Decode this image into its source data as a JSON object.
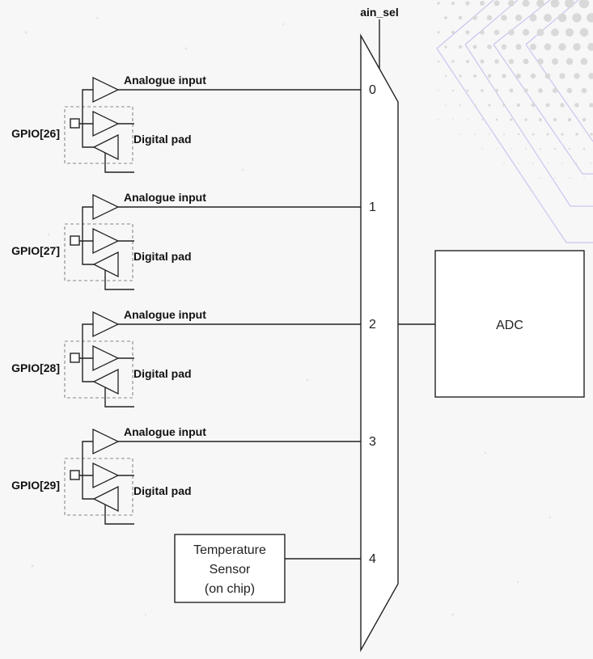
{
  "mux": {
    "select_label": "ain_sel",
    "inputs": [
      "0",
      "1",
      "2",
      "3",
      "4"
    ]
  },
  "adc": {
    "label": "ADC"
  },
  "gpios": [
    {
      "name": "GPIO[26]",
      "analogue_label": "Analogue input",
      "digital_label": "Digital pad"
    },
    {
      "name": "GPIO[27]",
      "analogue_label": "Analogue input",
      "digital_label": "Digital pad"
    },
    {
      "name": "GPIO[28]",
      "analogue_label": "Analogue input",
      "digital_label": "Digital pad"
    },
    {
      "name": "GPIO[29]",
      "analogue_label": "Analogue input",
      "digital_label": "Digital pad"
    }
  ],
  "temp_sensor": {
    "lines": [
      "Temperature",
      "Sensor",
      "(on chip)"
    ]
  },
  "colors": {
    "line": "#222222",
    "dashed_box": "#8a8a8a",
    "decor_lines": "#c9c6ef",
    "decor_dots": "#d9d9d9"
  }
}
